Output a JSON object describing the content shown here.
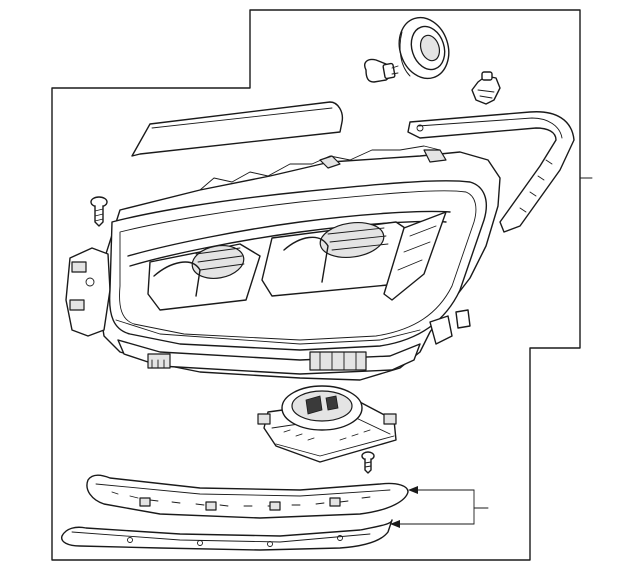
{
  "colors": {
    "line": "#1a1a1a",
    "panel": "#ffffff",
    "shade": "#e4e4e4",
    "dark": "#3a3a3a"
  },
  "parts": [
    "bulb-socket",
    "bulb",
    "retaining-clip",
    "upper-trim-strip",
    "mounting-bracket",
    "screw",
    "headlamp-assembly",
    "control-module",
    "module-screw",
    "small-clip",
    "lower-trim-bezel-upper",
    "lower-trim-bezel-lower"
  ]
}
